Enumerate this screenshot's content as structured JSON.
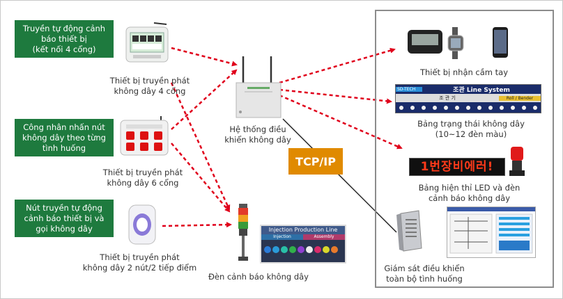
{
  "colors": {
    "green_box": "#1e7a3e",
    "arrow_red": "#e0001b",
    "tcp_orange": "#e08a00",
    "panel_border": "#8c8c8c"
  },
  "inputs": {
    "box1": [
      "Truyền tự động cảnh",
      "báo thiết bị",
      "(kết nối 4 cổng)"
    ],
    "box2": [
      "Công nhân nhấn nút",
      "không dây theo từng",
      "tình huống"
    ],
    "box3": [
      "Nút truyền tự động",
      "cảnh báo thiết bị và",
      "gọi không dây"
    ]
  },
  "transmitters": {
    "t1": [
      "Thiết bị truyền phát",
      "không dây 4 cổng"
    ],
    "t2": [
      "Thiết bị truyền phát",
      "không dây 6 cổng"
    ],
    "t3": [
      "Thiết bị truyền phát",
      "không dây 2 nút/2 tiếp điểm"
    ]
  },
  "controller": {
    "label": [
      "Hệ thống điều",
      "khiển không dây"
    ]
  },
  "tower_lamp": {
    "label": "Đèn cảnh báo không dây"
  },
  "injection_board": {
    "title": "Injection Production Line",
    "left": "Injection",
    "right": "Assembly"
  },
  "tcp": {
    "label": "TCP/IP"
  },
  "outputs": {
    "handheld": "Thiết bị nhận cầm tay",
    "status_board": [
      "Bảng trạng thái không dây",
      "(10~12 đèn màu)"
    ],
    "status_board_text": {
      "title": "조관 Line System",
      "sub": "조 관 기",
      "right": "Roll / Bender",
      "logo": "SD-TECH"
    },
    "led_board": [
      "Bảng hiện thỉ LED và đèn",
      "cảnh báo không dây"
    ],
    "led_text": "1번장비에러!",
    "monitor": [
      "Giám sát điều khiển",
      "toàn bộ tình huống"
    ]
  }
}
